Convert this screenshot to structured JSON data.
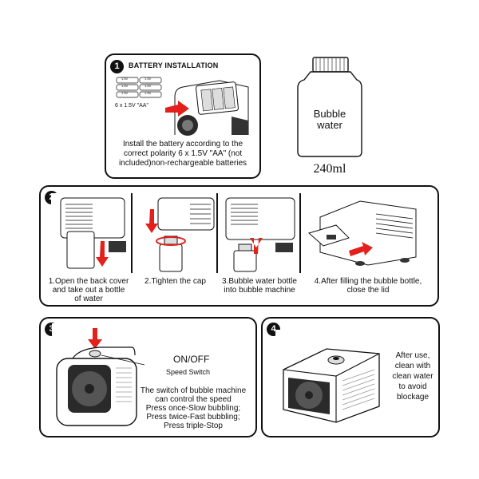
{
  "step1": {
    "number": "1",
    "title": "BATTERY INSTALLATION",
    "battery_spec": "6 x 1.5V \"AA\"",
    "battery_cells": [
      "1.5V",
      "1.5V",
      "1.5V",
      "1.5V",
      "1.5V",
      "1.5V"
    ],
    "instructions": [
      "Install the battery according to the",
      "correct polarity 6 x 1.5V \"AA\" (not",
      "included)non-rechargeable batteries"
    ]
  },
  "bottle": {
    "label_line1": "Bubble",
    "label_line2": "water",
    "volume": "240ml"
  },
  "step2": {
    "number": "2",
    "captions": [
      [
        "1.Open the back cover",
        "and take out a bottle",
        "of water"
      ],
      [
        "2.Tighten the cap"
      ],
      [
        "3.Bubble water bottle",
        "into bubble machine"
      ],
      [
        "4.After filling the bubble bottle,",
        "close the lid"
      ]
    ]
  },
  "step3": {
    "number": "3",
    "switch_label": "ON/OFF",
    "switch_sub": "Speed Switch",
    "description": [
      "The switch of bubble machine",
      "can control the speed",
      "Press once-Slow bubbling;",
      "Press twice-Fast bubbling;",
      "Press triple-Stop"
    ]
  },
  "step4": {
    "number": "4",
    "advice": [
      "After use,",
      "clean with",
      "clean water",
      "to avoid",
      "blockage"
    ]
  },
  "colors": {
    "arrow": "#e3201b",
    "line": "#111111",
    "fill_grey": "#d9d9d9",
    "dark": "#2a2a2a"
  }
}
